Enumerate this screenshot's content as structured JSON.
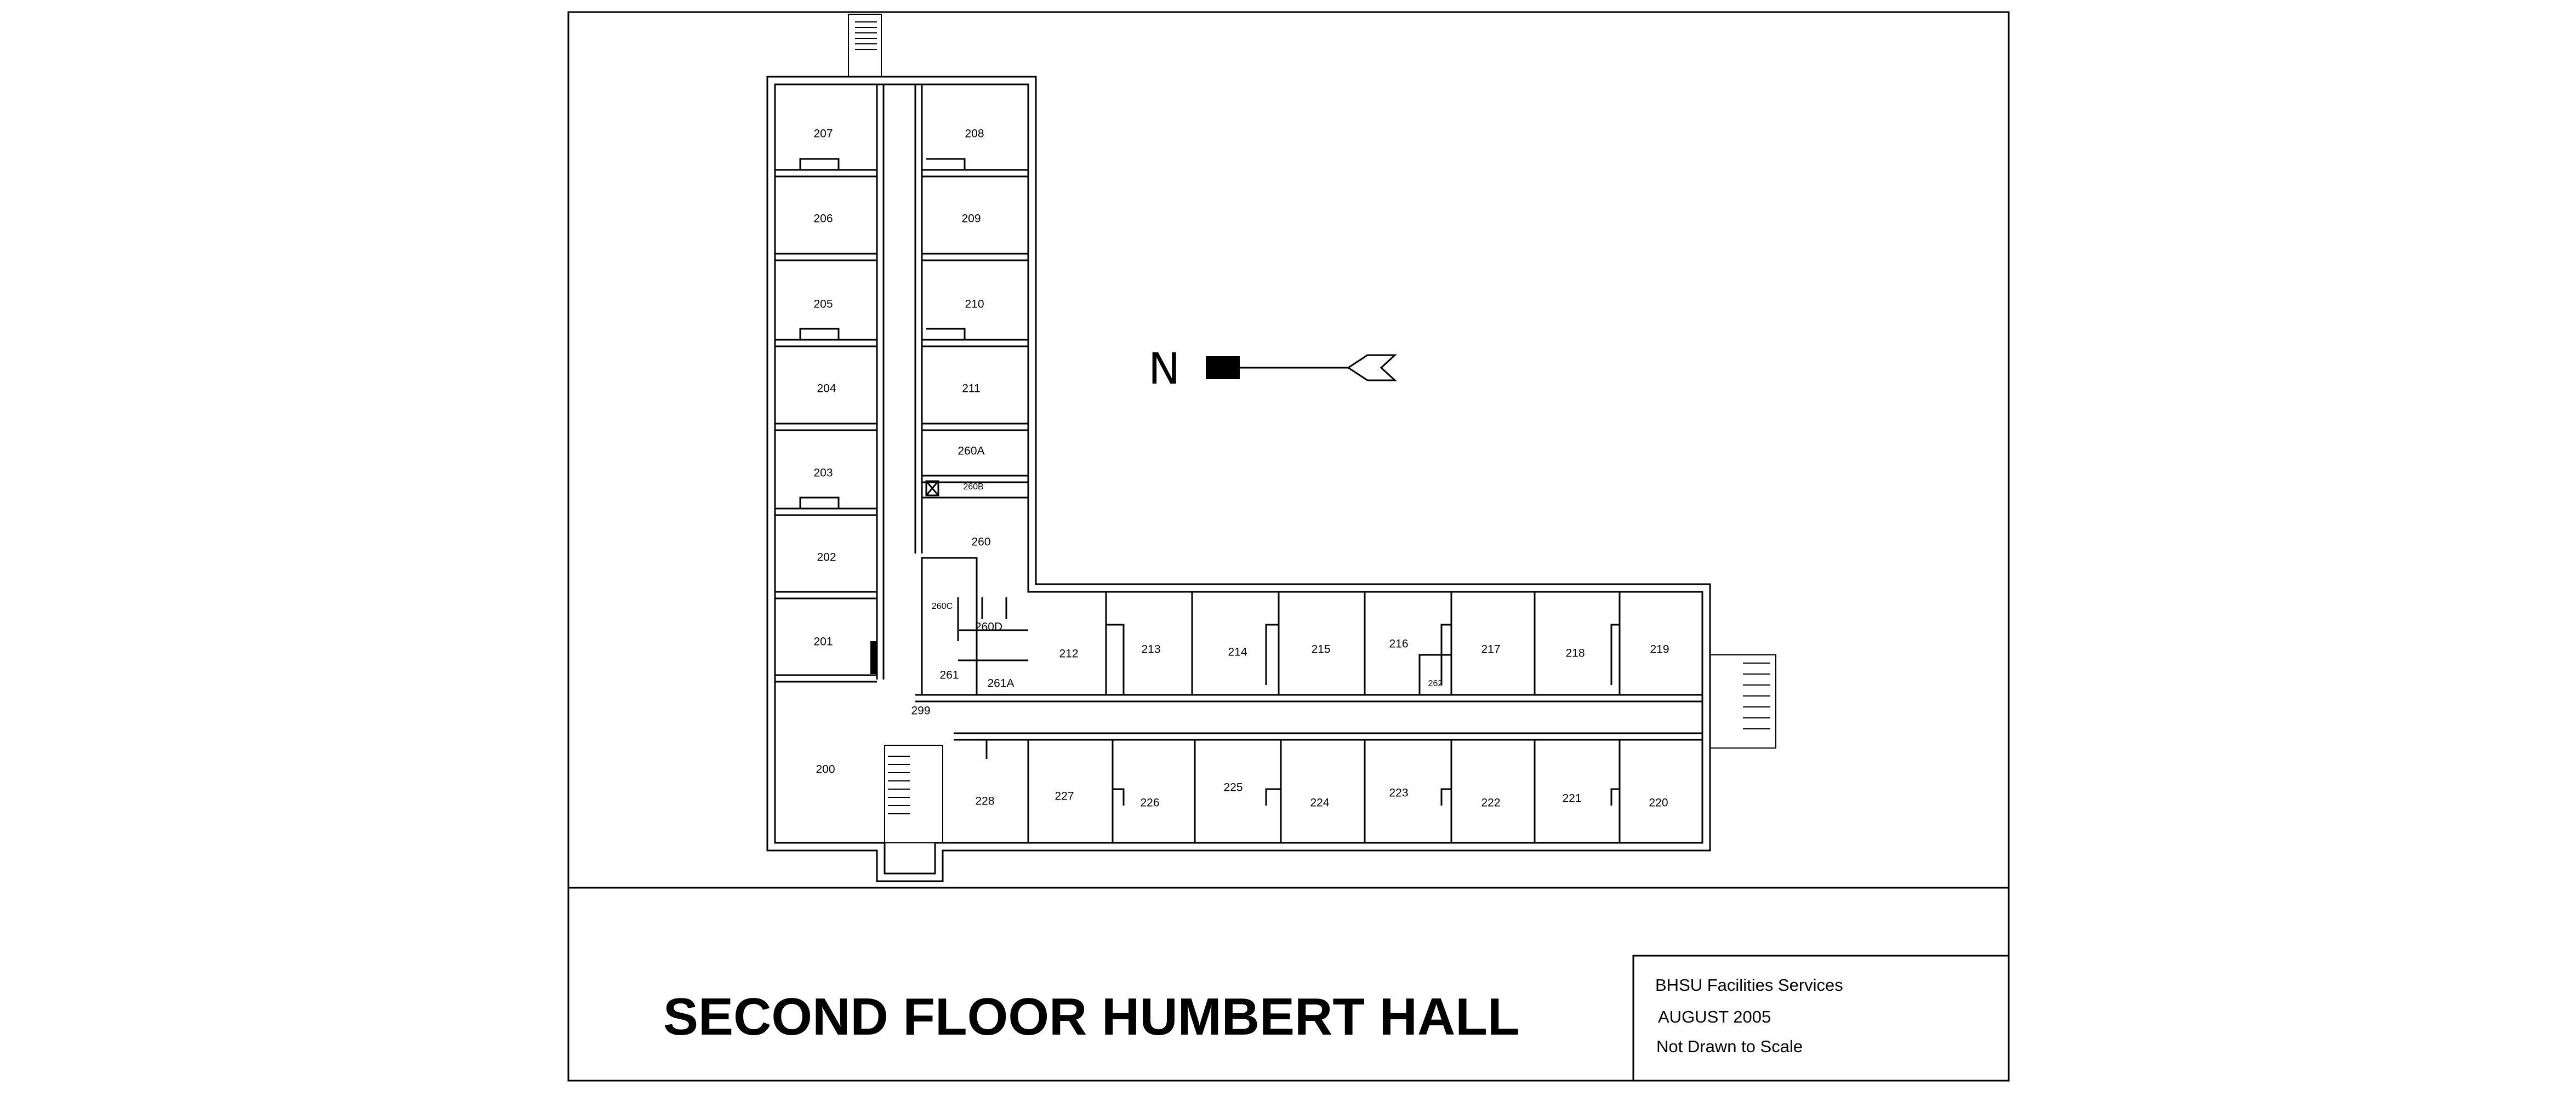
{
  "title": "SECOND FLOOR HUMBERT HALL",
  "info": {
    "organization": "BHSU Facilities Services",
    "date": "AUGUST 2005",
    "scale_note": "Not Drawn to Scale"
  },
  "north_label": "N",
  "rooms": {
    "r207": "207",
    "r208": "208",
    "r206": "206",
    "r209": "209",
    "r205": "205",
    "r210": "210",
    "r204": "204",
    "r211": "211",
    "r203": "203",
    "r260a": "260A",
    "r260b": "260B",
    "r260": "260",
    "r202": "202",
    "r260c": "260C",
    "r260d": "260D",
    "r201": "201",
    "r261": "261",
    "r261a": "261A",
    "r299": "299",
    "r200": "200",
    "r212": "212",
    "r213": "213",
    "r214": "214",
    "r215": "215",
    "r216": "216",
    "r262": "262",
    "r217": "217",
    "r218": "218",
    "r219": "219",
    "r228": "228",
    "r227": "227",
    "r226": "226",
    "r225": "225",
    "r224": "224",
    "r223": "223",
    "r222": "222",
    "r221": "221",
    "r220": "220"
  },
  "colors": {
    "line": "#000000",
    "background": "#ffffff"
  }
}
